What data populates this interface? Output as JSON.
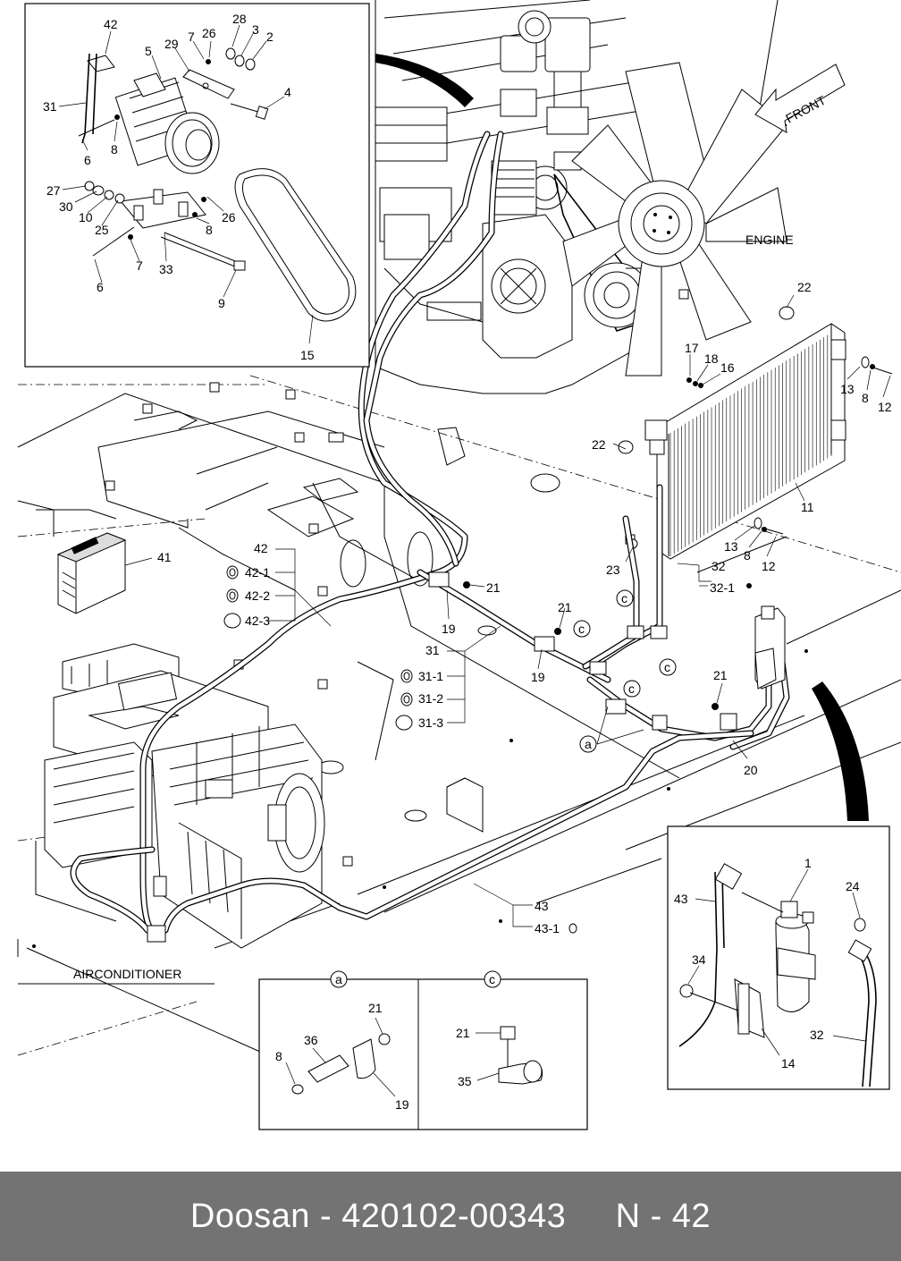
{
  "footer": {
    "text": "Doosan - 420102-00343     N - 42"
  },
  "labels": {
    "engine": "ENGINE",
    "front": "FRONT",
    "airconditioner": "AIRCONDITIONER"
  },
  "detail_markers": {
    "a": "a",
    "c": "c"
  },
  "callouts": {
    "top_left": {
      "n42": "42",
      "n5": "5",
      "n29": "29",
      "n7a": "7",
      "n26a": "26",
      "n28": "28",
      "n3": "3",
      "n2": "2",
      "n4": "4",
      "n31": "31",
      "n6a": "6",
      "n8a": "8",
      "n27": "27",
      "n30": "30",
      "n10": "10",
      "n25": "25",
      "n26b": "26",
      "n8b": "8",
      "n7b": "7",
      "n33": "33",
      "n6b": "6",
      "n9": "9",
      "n15": "15"
    },
    "main": {
      "n22a": "22",
      "n17": "17",
      "n18": "18",
      "n16": "16",
      "n13a": "13",
      "n8c": "8",
      "n12a": "12",
      "n22b": "22",
      "n11": "11",
      "n13b": "13",
      "n8d": "8",
      "n12b": "12",
      "n23": "23",
      "n32": "32",
      "n32_1": "32-1",
      "n41": "41",
      "n42": "42",
      "n42_1": "42-1",
      "n42_2": "42-2",
      "n42_3": "42-3",
      "n21a": "21",
      "n21b": "21",
      "n19a": "19",
      "n19b": "19",
      "n31": "31",
      "n31_1": "31-1",
      "n31_2": "31-2",
      "n31_3": "31-3",
      "n21c": "21",
      "n20": "20",
      "n43": "43",
      "n43_1": "43-1"
    },
    "detail_a": {
      "n21": "21",
      "n36": "36",
      "n8": "8",
      "n19": "19"
    },
    "detail_c": {
      "n21": "21",
      "n35": "35"
    },
    "receiver": {
      "n1": "1",
      "n24": "24",
      "n43": "43",
      "n34": "34",
      "n14": "14",
      "n32": "32"
    }
  }
}
